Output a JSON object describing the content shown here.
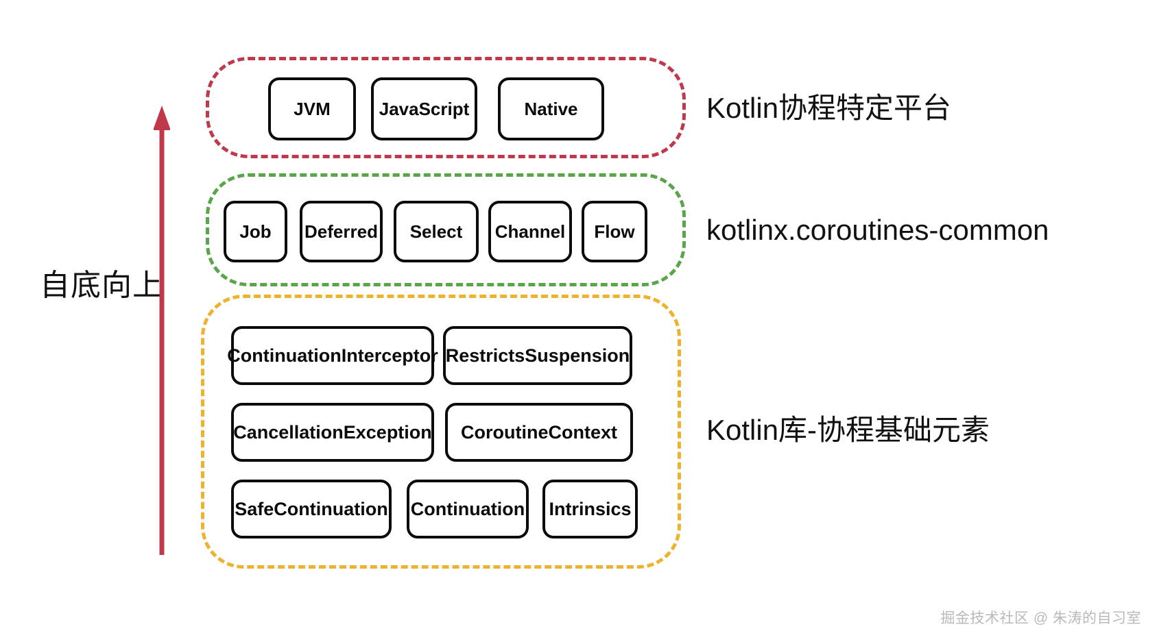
{
  "diagram": {
    "flow_label": "自底向上",
    "arrow_color": "#C0394B",
    "layers": [
      {
        "id": "platform",
        "caption": "Kotlin协程特定平台",
        "border_color": "#C0394B",
        "nodes": [
          {
            "label": "JVM"
          },
          {
            "label": "JavaScript"
          },
          {
            "label": "Native"
          }
        ]
      },
      {
        "id": "common",
        "caption": "kotlinx.coroutines-common",
        "border_color": "#5AA54A",
        "nodes": [
          {
            "label": "Job"
          },
          {
            "label": "Deferred"
          },
          {
            "label": "Select"
          },
          {
            "label": "Channel"
          },
          {
            "label": "Flow"
          }
        ]
      },
      {
        "id": "base",
        "caption": "Kotlin库-协程基础元素",
        "border_color": "#EDB230",
        "rows": [
          [
            {
              "label": "ContinuationInterceptor"
            },
            {
              "label": "RestrictsSuspension"
            }
          ],
          [
            {
              "label": "CancellationException"
            },
            {
              "label": "CoroutineContext"
            }
          ],
          [
            {
              "label": "SafeContinuation"
            },
            {
              "label": "Continuation"
            },
            {
              "label": "Intrinsics"
            }
          ]
        ]
      }
    ]
  },
  "watermark": "掘金技术社区 @ 朱涛的自习室"
}
